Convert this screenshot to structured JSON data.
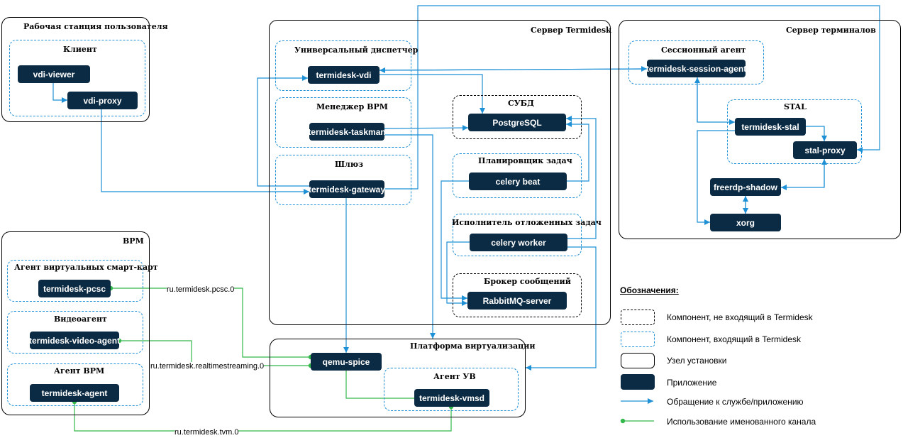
{
  "workstation": {
    "title": "Рабочая станция пользователя",
    "client": {
      "title": "Клиент",
      "viewer": "vdi-viewer",
      "proxy": "vdi-proxy"
    }
  },
  "termidesk_server": {
    "title": "Сервер Termidesk",
    "dispatcher": {
      "title": "Универсальный диспетчер",
      "app": "termidesk-vdi"
    },
    "manager": {
      "title": "Менеджер ВРМ",
      "app": "termidesk-taskman"
    },
    "gateway": {
      "title": "Шлюз",
      "app": "termidesk-gateway"
    },
    "dbms": {
      "title": "СУБД",
      "app": "PostgreSQL"
    },
    "scheduler": {
      "title": "Планировщик задач",
      "app": "celery beat"
    },
    "executor": {
      "title": "Исполнитель отложенных задач",
      "app": "celery worker"
    },
    "broker": {
      "title": "Брокер сообщений",
      "app": "RabbitMQ-server"
    }
  },
  "terminal_server": {
    "title": "Сервер терминалов",
    "session_agent": {
      "title": "Сессионный агент",
      "app": "termidesk-session-agent"
    },
    "stal": {
      "title": "STAL",
      "app": "termidesk-stal",
      "proxy": "stal-proxy"
    },
    "shadow": "freerdp-shadow",
    "xorg": "xorg"
  },
  "vrm": {
    "title": "ВРМ",
    "pcsc": {
      "title": "Агент виртуальных смарт-карт",
      "app": "termidesk-pcsc"
    },
    "video": {
      "title": "Видеоагент",
      "app": "termidesk-video-agent"
    },
    "agent": {
      "title": "Агент ВРМ",
      "app": "termidesk-agent"
    }
  },
  "virt_platform": {
    "title": "Платформа виртуализации",
    "spice": "qemu-spice",
    "vm_agent": {
      "title": "Агент УВ",
      "app": "termidesk-vmsd"
    }
  },
  "channels": {
    "pcsc": "ru.termidesk.pcsc.0",
    "stream": "ru.termidesk.realtimestreaming.0",
    "tvm": "ru.termidesk.tvm.0"
  },
  "legend": {
    "title": "Обозначения:",
    "external": "Компонент, не входящий в Termidesk",
    "internal": "Компонент, входящий в Termidesk",
    "node": "Узел установки",
    "app": "Приложение",
    "call": "Обращение к службе/приложению",
    "channel": "Использование именованного канала"
  },
  "colors": {
    "app_fill": "#0b2a43",
    "call_line": "#1e90d6",
    "channel_line": "#33b84a",
    "border": "#000000"
  }
}
